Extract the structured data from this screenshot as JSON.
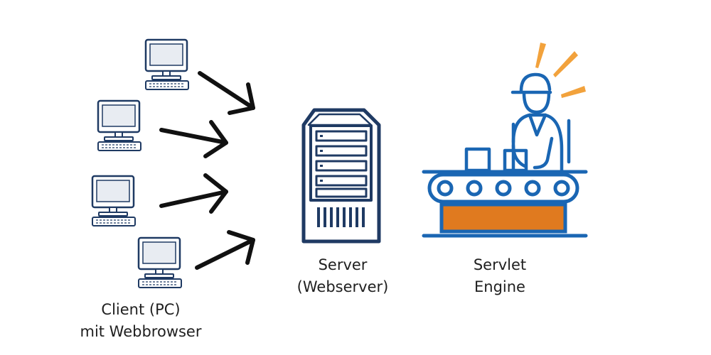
{
  "labels": {
    "client": {
      "line1": "Client (PC)",
      "line2": "mit Webbrowser"
    },
    "server": {
      "line1": "Server",
      "line2": "(Webserver)"
    },
    "engine": {
      "line1": "Servlet",
      "line2": "Engine"
    }
  },
  "icons": {
    "client": "desktop-computer-icon",
    "arrow": "arrow-right-icon",
    "server": "server-tower-icon",
    "engine": "worker-conveyor-belt-icon"
  },
  "colors": {
    "outline": "#1f3a63",
    "arrow": "#111111",
    "screen_fill": "#e8ecf2",
    "belt_blue": "#1a66b3",
    "belt_fill": "#e07a1f",
    "spark": "#f2a23c"
  }
}
